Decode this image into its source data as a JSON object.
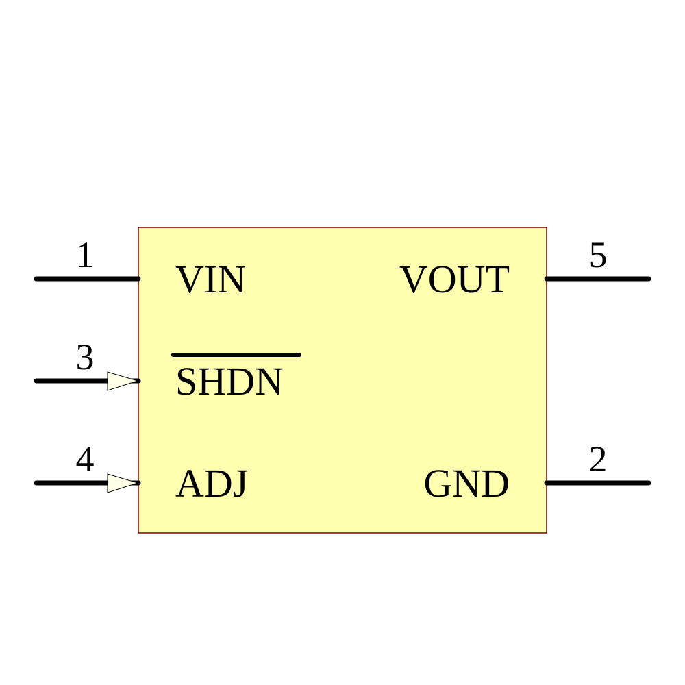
{
  "component": {
    "body_fill": "#FFFFB0",
    "body_stroke": "#800000",
    "pin_color": "#000000",
    "arrow_fill": "#FFFFE8"
  },
  "pins": {
    "p1": {
      "number": "1",
      "name": "VIN"
    },
    "p3": {
      "number": "3",
      "name": "SHDN",
      "active_low": true
    },
    "p4": {
      "number": "4",
      "name": "ADJ"
    },
    "p5": {
      "number": "5",
      "name": "VOUT"
    },
    "p2": {
      "number": "2",
      "name": "GND"
    }
  }
}
